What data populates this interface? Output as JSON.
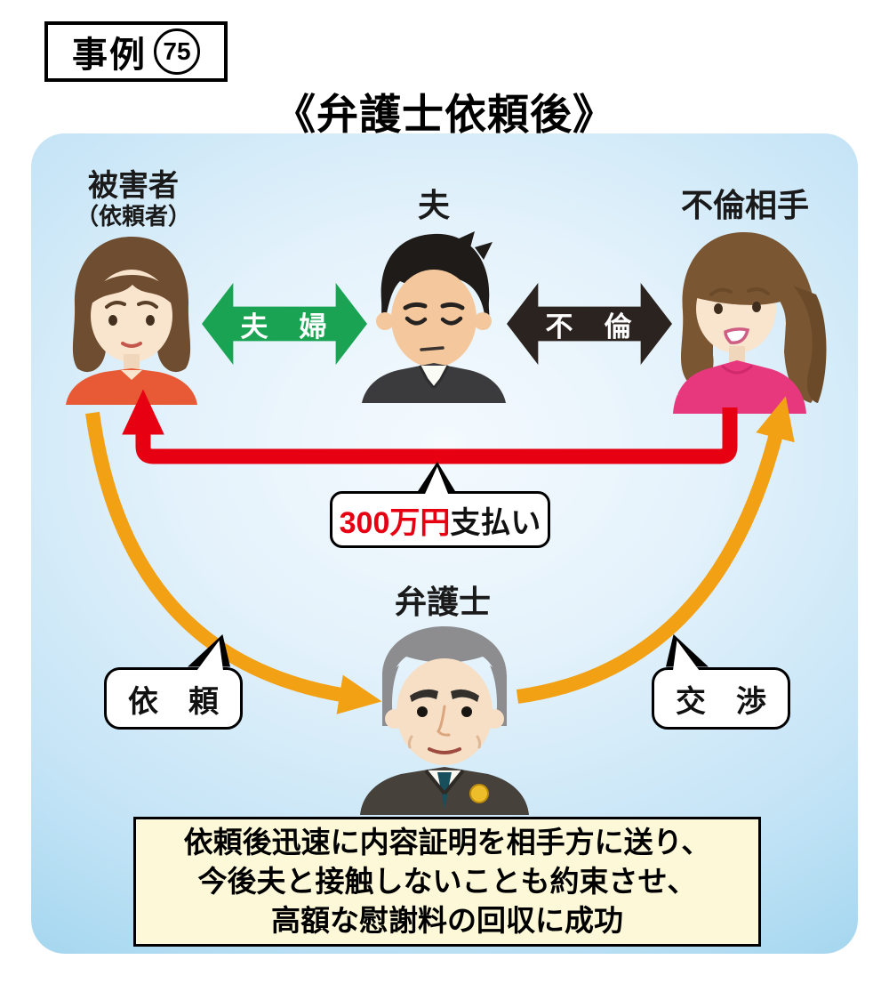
{
  "case_label": {
    "prefix": "事例",
    "number": "75"
  },
  "title": "《弁護士依頼後》",
  "people": {
    "victim": {
      "label": "被害者",
      "sublabel": "（依頼者）"
    },
    "husband": {
      "label": "夫"
    },
    "affair_partner": {
      "label": "不倫相手"
    },
    "lawyer": {
      "label": "弁護士"
    }
  },
  "relations": {
    "couple": "夫　婦",
    "affair": "不　倫"
  },
  "payment": {
    "amount": "300万円",
    "suffix": "支払い"
  },
  "actions": {
    "request": "依　頼",
    "negotiation": "交　渉"
  },
  "result": {
    "lines": [
      "依頼後迅速に内容証明を相手方に送り、",
      "今後夫と接触しないことも約束させ、",
      "高額な慰謝料の回収に成功"
    ]
  },
  "colors": {
    "panel_blue": "#8acae9",
    "couple_arrow_green": "#19a353",
    "affair_arrow_black": "#2b2320",
    "payment_arrow_red": "#e60012",
    "action_arrow_orange": "#f2a014",
    "result_box_cream": "#fdf8d8",
    "victim_shirt_orange": "#e85a35",
    "partner_top_pink": "#e8387d"
  }
}
